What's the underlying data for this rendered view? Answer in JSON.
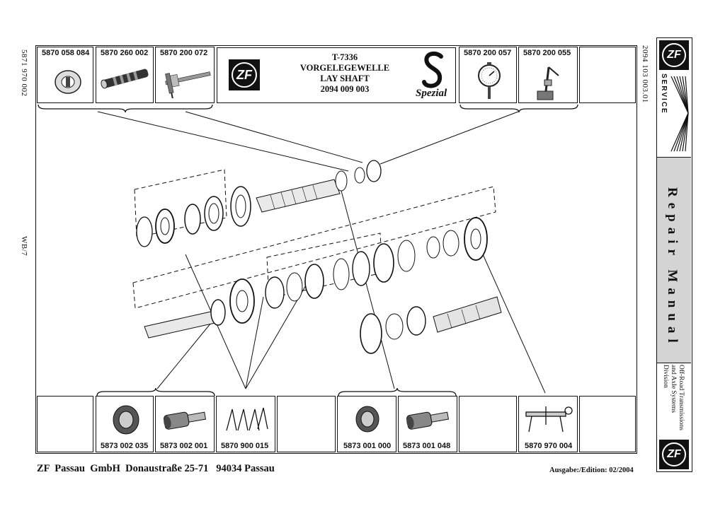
{
  "left_margin": {
    "code_top": "5871 970 002",
    "code_mid": "WB/7"
  },
  "right_margin": {
    "code": "2094 103 003.01",
    "service": "SERVICE",
    "manual": "Repair Manual",
    "division": "Off-Road Transmissions and Axle Systems Division"
  },
  "title": {
    "line1": "T-7336",
    "line2": "VORGELEGEWELLE",
    "line3": "LAY SHAFT",
    "line4": "2094 009 003",
    "spezial": "Spezial",
    "logo": "ZF"
  },
  "top_tools": [
    {
      "part_no": "5870 058 084",
      "icon": "ring-puller-icon"
    },
    {
      "part_no": "5870 260 002",
      "icon": "drift-rod-icon"
    },
    {
      "part_no": "5870 200 072",
      "icon": "depth-gauge-icon"
    },
    {
      "part_no": "5870 200 057",
      "icon": "dial-indicator-icon"
    },
    {
      "part_no": "5870 200 055",
      "icon": "magnetic-stand-icon"
    }
  ],
  "bottom_tools": [
    {
      "part_no": "5873 002 035",
      "icon": "gripping-insert-icon"
    },
    {
      "part_no": "5873 002 001",
      "icon": "basic-puller-icon"
    },
    {
      "part_no": "5870 900 015",
      "icon": "circlip-pliers-icon"
    },
    {
      "part_no": "5873 001 000",
      "icon": "gripping-insert-icon"
    },
    {
      "part_no": "5873 001 048",
      "icon": "basic-puller-icon"
    },
    {
      "part_no": "5870 970 004",
      "icon": "lifting-bracket-icon"
    }
  ],
  "footer": {
    "company": "ZF  Passau  GmbH  Donaustraße 25-71   94034 Passau",
    "edition": "Ausgabe:/Edition: 02/2004"
  }
}
